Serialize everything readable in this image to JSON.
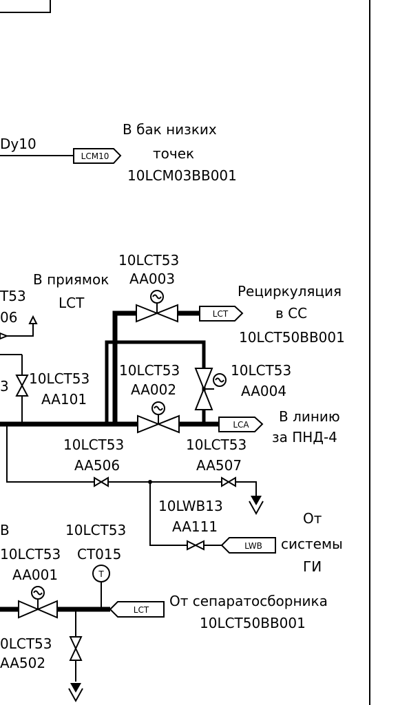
{
  "labels": {
    "dy10": "Dy10",
    "tank_top1": "В бак низких",
    "tank_top2": "точек",
    "tank_code": "10LCM03BB001",
    "aa003_tag": "10LCT53",
    "aa003_id": "AA003",
    "priyamok1": "В приямок",
    "priyamok2": "LCT",
    "left_t53": "T53",
    "left_06": "06",
    "recirc1": "Рециркуляция",
    "recirc2": "в СС",
    "recirc_code": "10LCT50BB001",
    "aa101_tag": "10LCT53",
    "aa101_id": "AA101",
    "aa101_frag": "3",
    "aa002_tag": "10LCT53",
    "aa002_id": "AA002",
    "aa004_tag": "10LCT53",
    "aa004_id": "AA004",
    "pnd1": "В линию",
    "pnd2": "за ПНД-4",
    "aa506_tag": "10LCT53",
    "aa506_id": "AA506",
    "aa507_tag": "10LCT53",
    "aa507_id": "AA507",
    "aa111_tag": "10LWB13",
    "aa111_id": "AA111",
    "ot_gi1": "От",
    "ot_gi2": "системы",
    "ot_gi3": "ГИ",
    "left_b": "B",
    "ct015_tag": "10LCT53",
    "ct015_id": "CT015",
    "aa001_tag": "10LCT53",
    "aa001_id": "AA001",
    "ot_sep": "От сепаратосборника",
    "sep_code": "10LCT50BB001",
    "aa502_tag": "0LCT53",
    "aa502_id": "AA502"
  },
  "connectors": {
    "lcm10": "LCM10",
    "lct_top": "LCT",
    "lca": "LCA",
    "lwb": "LWB",
    "lct_bottom": "LCT"
  },
  "instrument": {
    "t": "T"
  }
}
